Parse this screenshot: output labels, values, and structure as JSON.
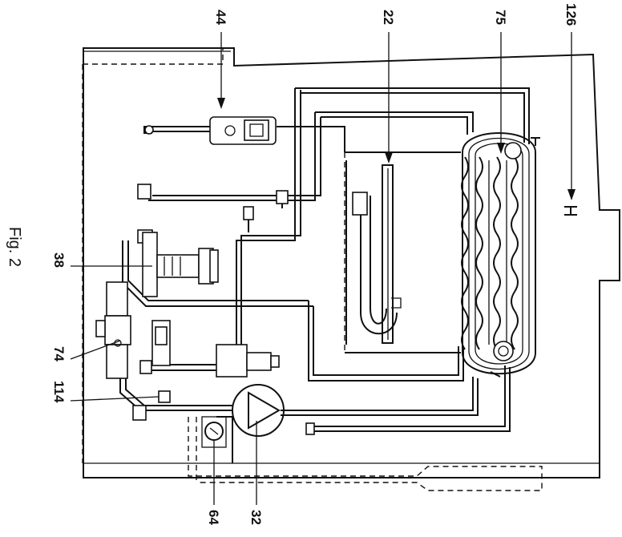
{
  "figure": {
    "caption": "Fig. 2",
    "labels": {
      "pipe_44": "44",
      "heat_exchanger_22": "22",
      "exchanger_75": "75",
      "fitting_126": "126",
      "valve_38": "38",
      "valve_74": "74",
      "sensor_114": "114",
      "gauge_64": "64",
      "pump_32": "32"
    }
  }
}
